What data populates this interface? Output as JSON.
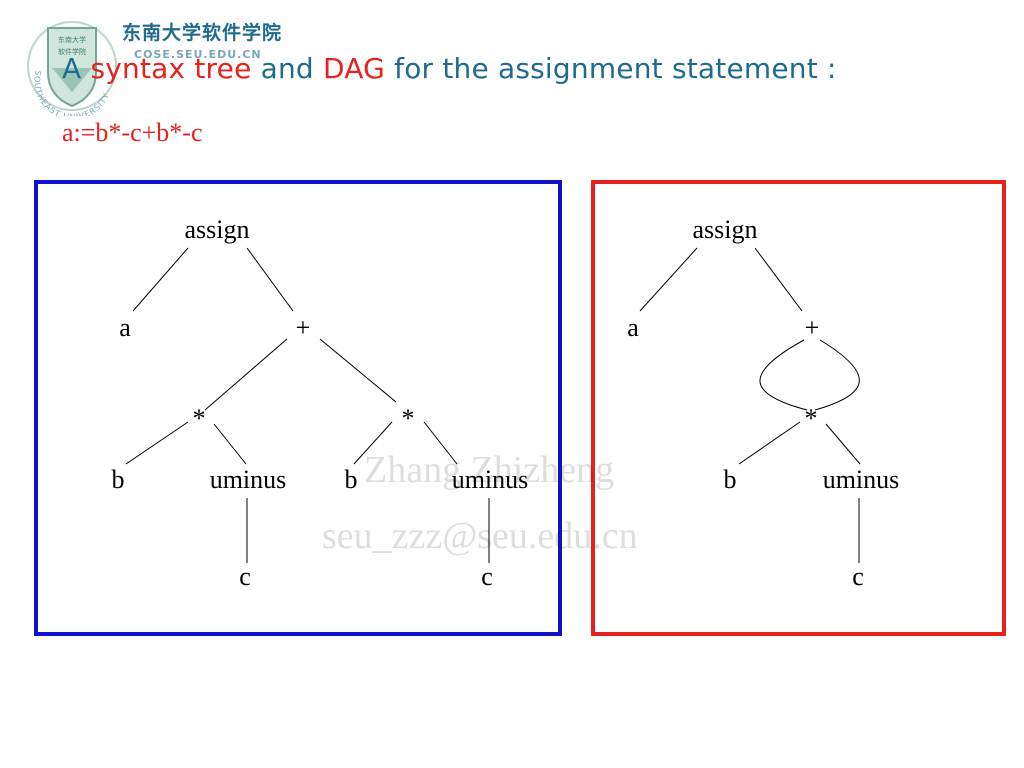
{
  "header": {
    "school_name": "东南大学软件学院",
    "school_sub": "COSE.SEU.EDU.CN",
    "logo_seal_text": "东南大学 软件学院",
    "logo_ring_text": "SOUTHEAST UNIVERSITY"
  },
  "title": {
    "part1": "A ",
    "part2": "syntax tree",
    "part3": " and ",
    "part4": "DAG",
    "part5": " for the assignment statement :"
  },
  "statement": "a:=b*-c+b*-c",
  "colors": {
    "title_blue": "#1f6b8e",
    "accent_red": "#e8201e",
    "tree_border": "#1111cc",
    "dag_border": "#e8201e"
  },
  "syntax_tree": {
    "nodes": [
      {
        "id": "assign",
        "label": "assign"
      },
      {
        "id": "a",
        "label": "a"
      },
      {
        "id": "plus",
        "label": "+"
      },
      {
        "id": "star1",
        "label": "*"
      },
      {
        "id": "star2",
        "label": "*"
      },
      {
        "id": "b1",
        "label": "b"
      },
      {
        "id": "uminus1",
        "label": "uminus"
      },
      {
        "id": "b2",
        "label": "b"
      },
      {
        "id": "uminus2",
        "label": "uminus"
      },
      {
        "id": "c1",
        "label": "c"
      },
      {
        "id": "c2",
        "label": "c"
      }
    ],
    "edges": [
      [
        "assign",
        "a"
      ],
      [
        "assign",
        "plus"
      ],
      [
        "plus",
        "star1"
      ],
      [
        "plus",
        "star2"
      ],
      [
        "star1",
        "b1"
      ],
      [
        "star1",
        "uminus1"
      ],
      [
        "star2",
        "b2"
      ],
      [
        "star2",
        "uminus2"
      ],
      [
        "uminus1",
        "c1"
      ],
      [
        "uminus2",
        "c2"
      ]
    ]
  },
  "dag": {
    "nodes": [
      {
        "id": "assign",
        "label": "assign"
      },
      {
        "id": "a",
        "label": "a"
      },
      {
        "id": "plus",
        "label": "+"
      },
      {
        "id": "star",
        "label": "*"
      },
      {
        "id": "b",
        "label": "b"
      },
      {
        "id": "uminus",
        "label": "uminus"
      },
      {
        "id": "c",
        "label": "c"
      }
    ],
    "edges": [
      [
        "assign",
        "a"
      ],
      [
        "assign",
        "plus"
      ],
      [
        "plus",
        "star",
        "left"
      ],
      [
        "plus",
        "star",
        "right"
      ],
      [
        "star",
        "b"
      ],
      [
        "star",
        "uminus"
      ],
      [
        "uminus",
        "c"
      ]
    ]
  },
  "watermark": {
    "line1": "Zhang Zhizheng",
    "line2": "seu_zzz@seu.edu.cn"
  }
}
